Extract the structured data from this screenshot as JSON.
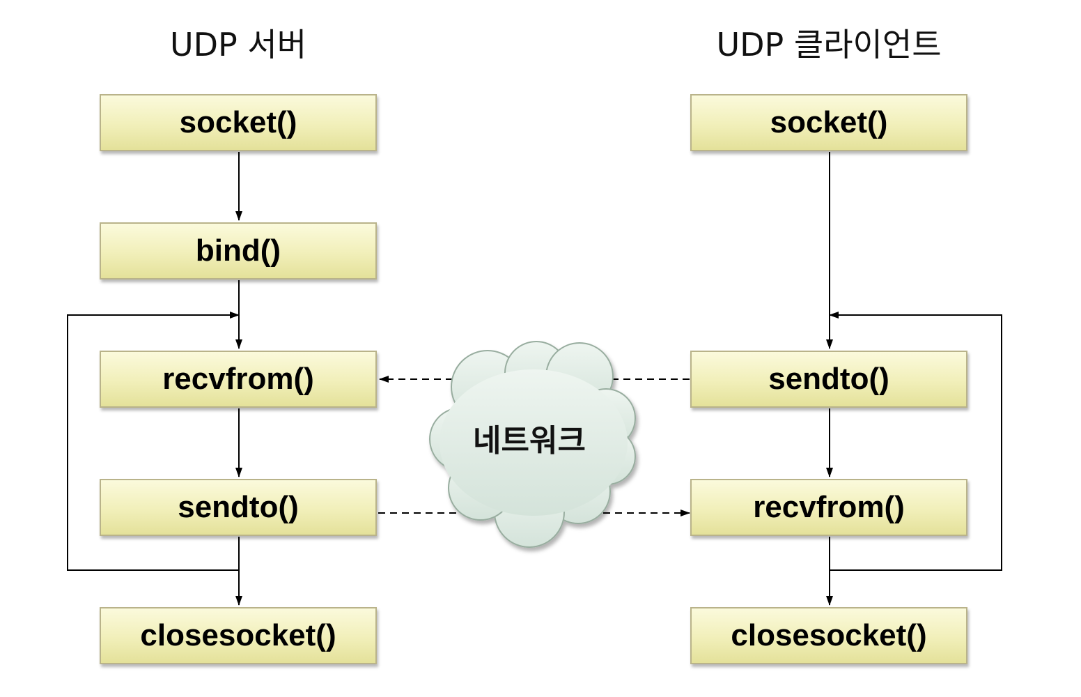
{
  "server": {
    "title": "UDP 서버",
    "steps": [
      "socket()",
      "bind()",
      "recvfrom()",
      "sendto()",
      "closesocket()"
    ]
  },
  "client": {
    "title": "UDP 클라이언트",
    "steps": [
      "socket()",
      "sendto()",
      "recvfrom()",
      "closesocket()"
    ]
  },
  "network": {
    "label": "네트워크"
  },
  "colors": {
    "box_fill": "#f1efb9",
    "box_border": "#b9b38a",
    "cloud_fill": "#e1ece6",
    "line": "#000000"
  }
}
